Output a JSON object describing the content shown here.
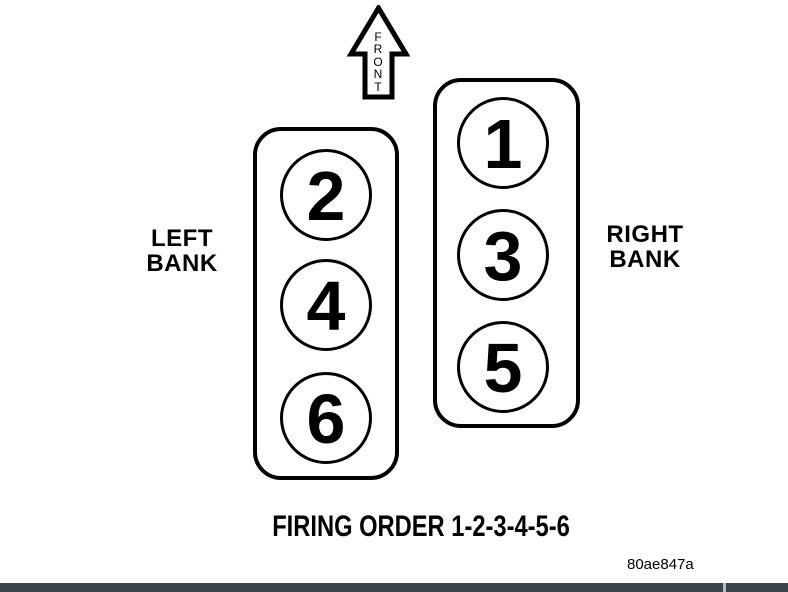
{
  "diagram": {
    "front_label": "FRONT",
    "left_bank": {
      "label": "LEFT BANK",
      "cylinders": [
        "2",
        "4",
        "6"
      ]
    },
    "right_bank": {
      "label": "RIGHT BANK",
      "cylinders": [
        "1",
        "3",
        "5"
      ]
    },
    "caption": "FIRING ORDER 1-2-3-4-5-6",
    "figure_code": "80ae847a"
  },
  "colors": {
    "ink": "#000000",
    "background": "#ffffff",
    "bottom_bar": "#3d434b",
    "bottom_bar_divider": "#b4bac0"
  }
}
